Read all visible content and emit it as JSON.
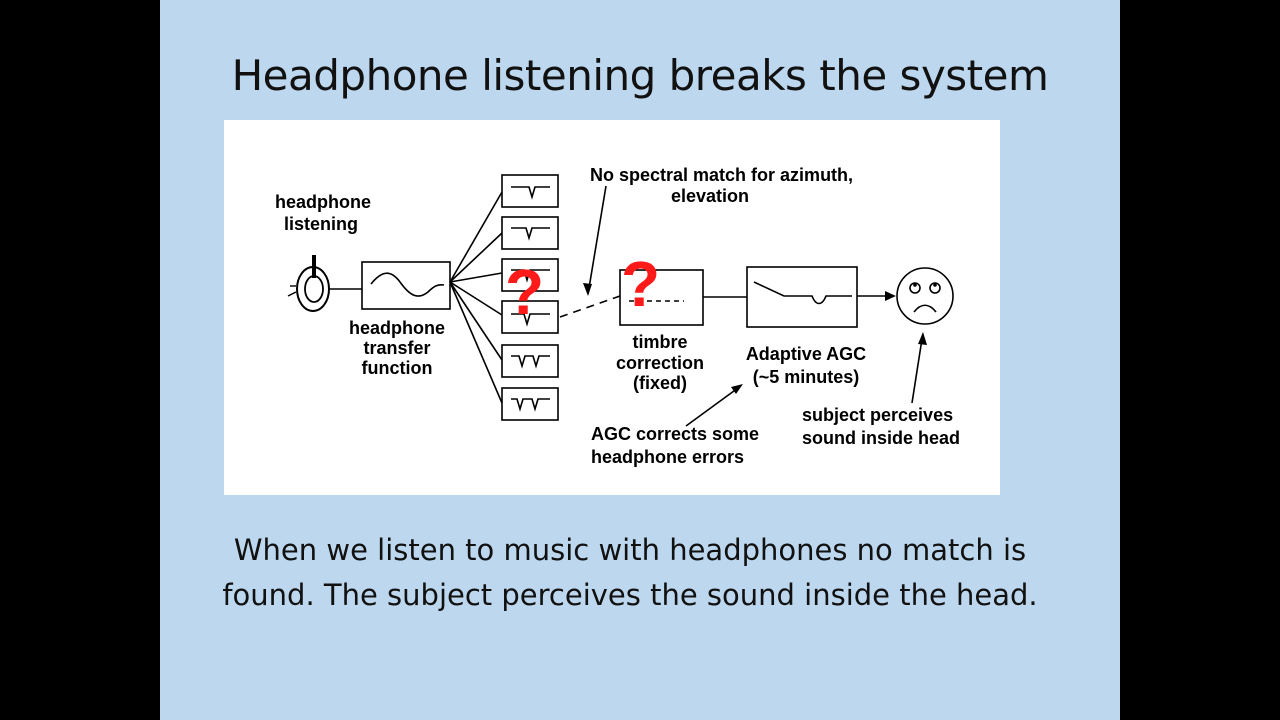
{
  "slide": {
    "title": "Headphone listening breaks the system",
    "caption": "When we listen to music with headphones no match is found.  The subject perceives the sound inside the head."
  },
  "diagram": {
    "labels": {
      "headphone_listening": [
        "headphone",
        "listening"
      ],
      "headphone_transfer_function": [
        "headphone",
        "transfer",
        "function"
      ],
      "no_spectral_match": [
        "No spectral match for azimuth,",
        "elevation"
      ],
      "timbre_correction": [
        "timbre",
        "correction",
        "(fixed)"
      ],
      "adaptive_agc": [
        "Adaptive AGC",
        "(~5 minutes)"
      ],
      "agc_corrects": [
        "AGC corrects some",
        "headphone errors"
      ],
      "subject_perceives": [
        "subject perceives",
        "sound inside head"
      ]
    },
    "question_mark": "?",
    "colors": {
      "ink": "#000000",
      "question_mark": "#ff1a1a",
      "panel_background": "#ffffff",
      "slide_background": "#bdd7ee"
    }
  }
}
